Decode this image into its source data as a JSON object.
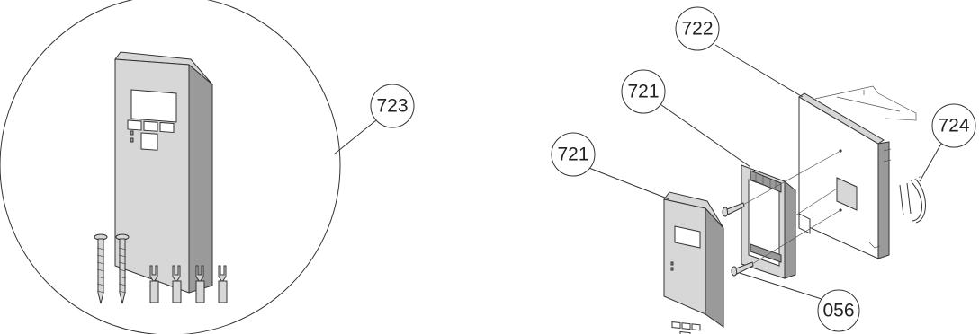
{
  "callouts": {
    "c723": "723",
    "c722": "722",
    "c721_back": "721",
    "c721_front": "721",
    "c724": "724",
    "c056": "056"
  }
}
